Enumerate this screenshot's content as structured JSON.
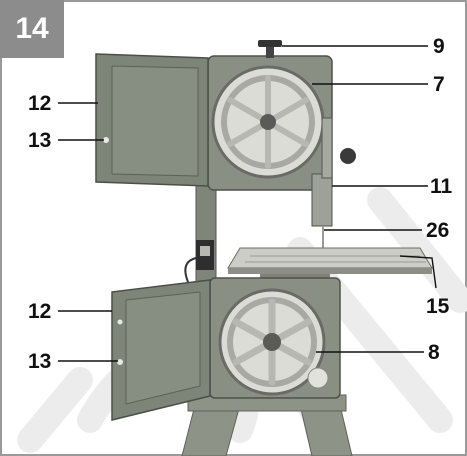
{
  "figure": {
    "number": "14"
  },
  "callouts": [
    {
      "id": "9",
      "label": "9"
    },
    {
      "id": "7",
      "label": "7"
    },
    {
      "id": "12a",
      "label": "12"
    },
    {
      "id": "13a",
      "label": "13"
    },
    {
      "id": "11",
      "label": "11"
    },
    {
      "id": "26",
      "label": "26"
    },
    {
      "id": "15",
      "label": "15"
    },
    {
      "id": "12b",
      "label": "12"
    },
    {
      "id": "13b",
      "label": "13"
    },
    {
      "id": "8",
      "label": "8"
    }
  ],
  "colors": {
    "badge": "#8c8c8c",
    "machine_body": "#8a8f84",
    "door": "#7d8579",
    "wheel": "#d9d9d4",
    "table": "#c9c9c4",
    "watermark": "#e9e9e9",
    "frame": "#9a9a9a"
  }
}
